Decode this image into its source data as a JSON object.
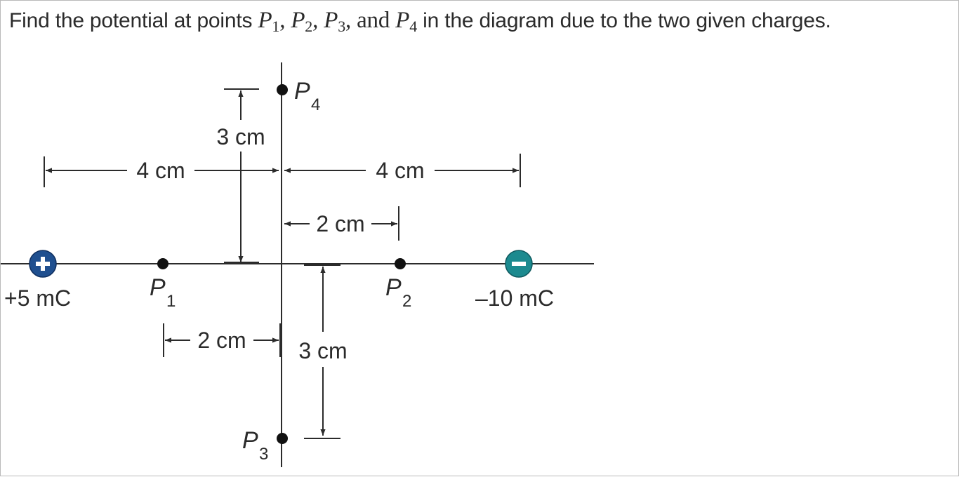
{
  "question": {
    "prefix": "Find the potential at points ",
    "p1": "P",
    "p1_sub": "1",
    "sep1": ", ",
    "p2": "P",
    "p2_sub": "2",
    "sep2": ", ",
    "p3": "P",
    "p3_sub": "3",
    "sep3": ",  ",
    "and": "and ",
    "p4": "P",
    "p4_sub": "4",
    "suffix": "  in the diagram due to the two given charges."
  },
  "diagram": {
    "charges": [
      {
        "sign": "+",
        "label": "+5 mC",
        "color": "#1f4f8f"
      },
      {
        "sign": "−",
        "label": "–10 mC",
        "color": "#1c8a8f"
      }
    ],
    "points": [
      {
        "name": "P",
        "sub": "1"
      },
      {
        "name": "P",
        "sub": "2"
      },
      {
        "name": "P",
        "sub": "3"
      },
      {
        "name": "P",
        "sub": "4"
      }
    ],
    "dimensions": {
      "left_span": "4 cm",
      "right_span": "4 cm",
      "p2_offset": "2 cm",
      "p1_offset": "2 cm",
      "p4_height": "3 cm",
      "p3_depth": "3 cm"
    },
    "line_color": "#2b2b2b"
  }
}
